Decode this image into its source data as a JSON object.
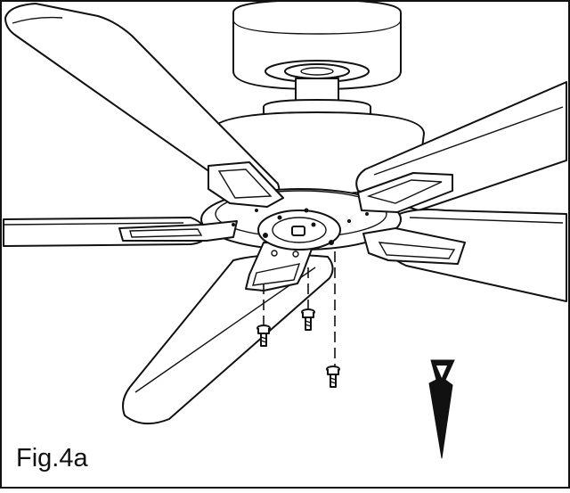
{
  "figure": {
    "label": "Fig.4a",
    "colors": {
      "ink": "#111111",
      "paper": "#ffffff"
    },
    "parts": [
      "motor-housing",
      "downrod",
      "canopy",
      "blade",
      "blade-bracket",
      "screw",
      "direction-arrow"
    ]
  }
}
